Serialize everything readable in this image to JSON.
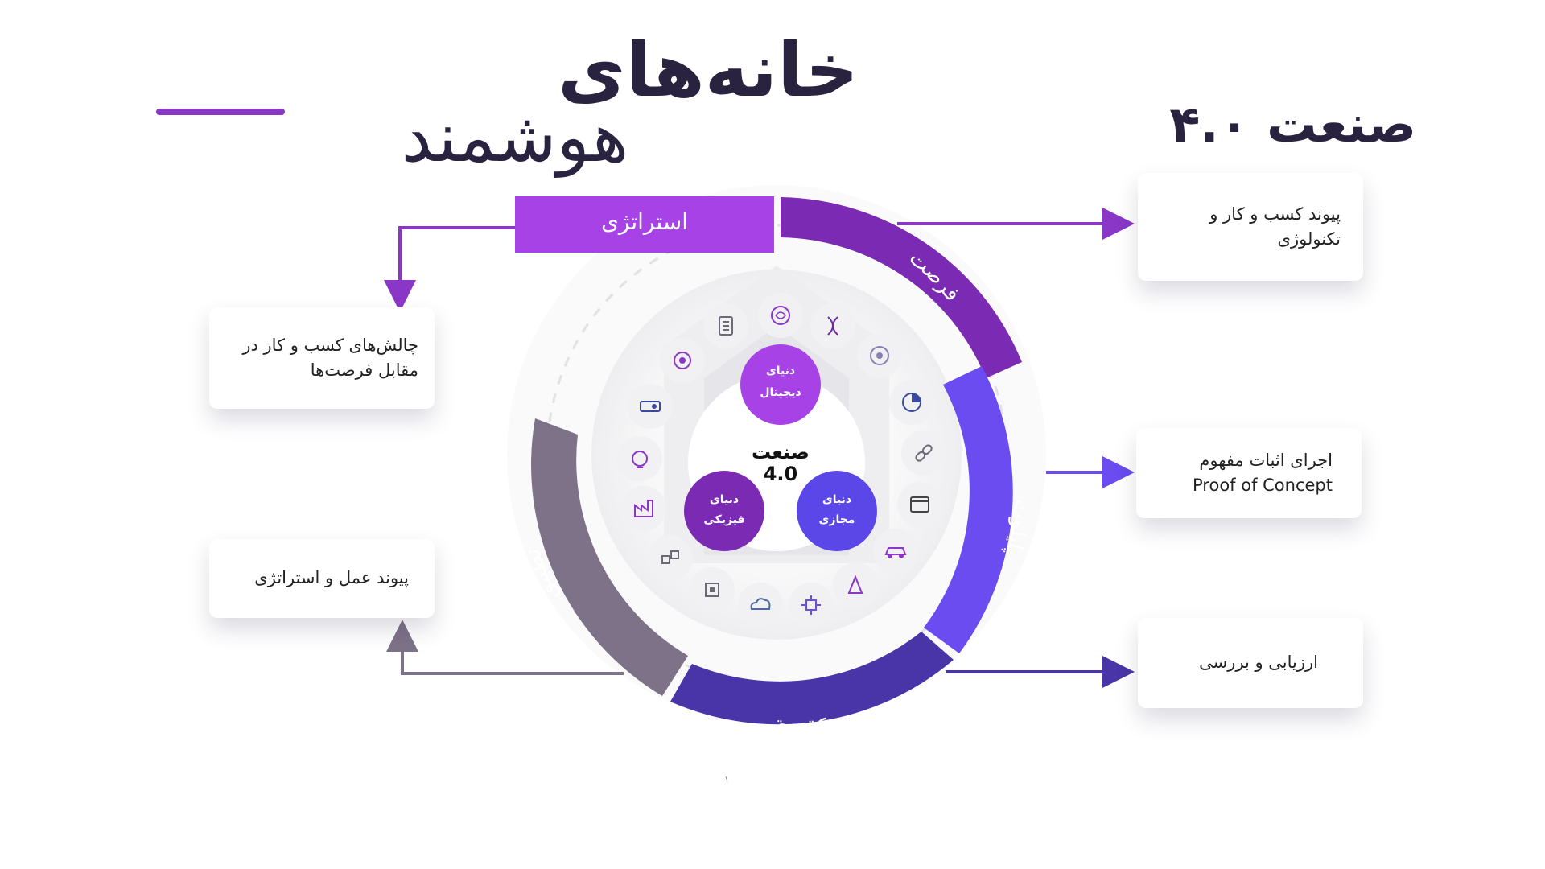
{
  "title": {
    "line1": "خانه‌های",
    "line2": "هوشمند",
    "right": "صنعت ۴.۰"
  },
  "colors": {
    "strategy": "#a742e6",
    "opportunity": "#7b2bb3",
    "pilot": "#6a4cf0",
    "learning": "#4a35a8",
    "application": "#7d7288"
  },
  "stages": {
    "strategy": "استراتژی",
    "opportunity": "فرصت",
    "pilot": "پایلوت",
    "learning": "یادگیری",
    "application": "تطبیق"
  },
  "cards": {
    "left_top": {
      "line1": "چالش‌های کسب و کار در",
      "line2": "مقابل فرصت‌ها"
    },
    "left_bottom": {
      "line1": "پیوند عمل و استراتژی"
    },
    "right_top": {
      "line1": "پیوند کسب و کار و",
      "line2": "تکنولوژی"
    },
    "right_mid": {
      "line1": "اجرای اثبات مفهوم",
      "line2": "Proof of Concept"
    },
    "right_bottom": {
      "line1": "ارزیابی و بررسی"
    }
  },
  "center": {
    "title": "صنعت",
    "version": "4.0",
    "digital": {
      "line1": "دنیای",
      "line2": "دیجیتال"
    },
    "virtual": {
      "line1": "دنیای",
      "line2": "مجازی"
    },
    "physical": {
      "line1": "دنیای",
      "line2": "فیزیکی"
    }
  },
  "icons": [
    "document-icon",
    "brain-icon",
    "dna-icon",
    "support-agent-icon",
    "pie-chart-icon",
    "link-icon",
    "browser-window-icon",
    "car-icon",
    "robot-hand-icon",
    "chip-network-icon",
    "cloud-icon",
    "cpu-icon",
    "cubes-icon",
    "factory-icon",
    "bulb-gear-icon",
    "projector-icon",
    "circuit-icon"
  ],
  "page_number": "١"
}
